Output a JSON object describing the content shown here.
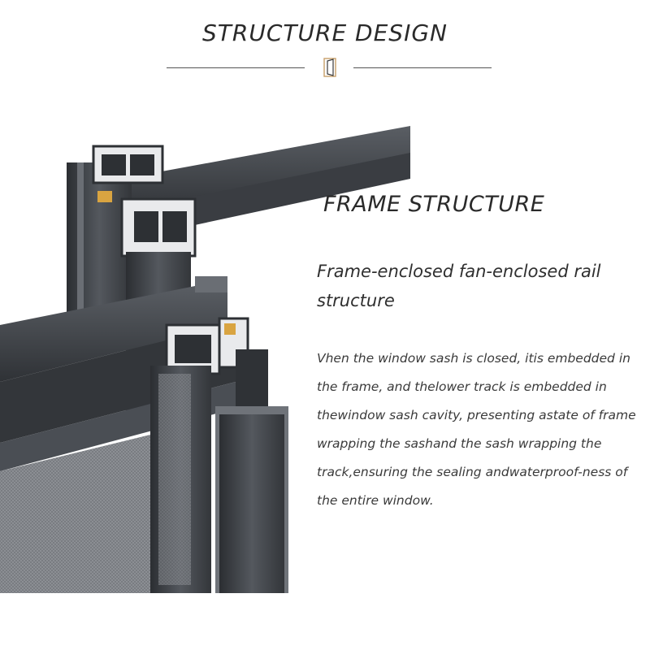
{
  "header": {
    "title": "STRUCTURE DESIGN",
    "icon": "door-icon",
    "accent_color": "#c8a06a"
  },
  "illustration": {
    "icon": "aluminum-frame-profile-image",
    "frame_color": "#3c3f44",
    "gasket_color": "#d9a441"
  },
  "section": {
    "title": "FRAME STRUCTURE",
    "subtitle": "Frame-enclosed fan-enclosed rail structure",
    "description": "Vhen the window sash is closed, itis embedded in the frame, and thelower track is embedded in thewindow sash cavity, presenting astate of frame wrapping the sashand the sash wrapping the track,ensuring the sealing andwaterproof-ness of the entire window."
  }
}
